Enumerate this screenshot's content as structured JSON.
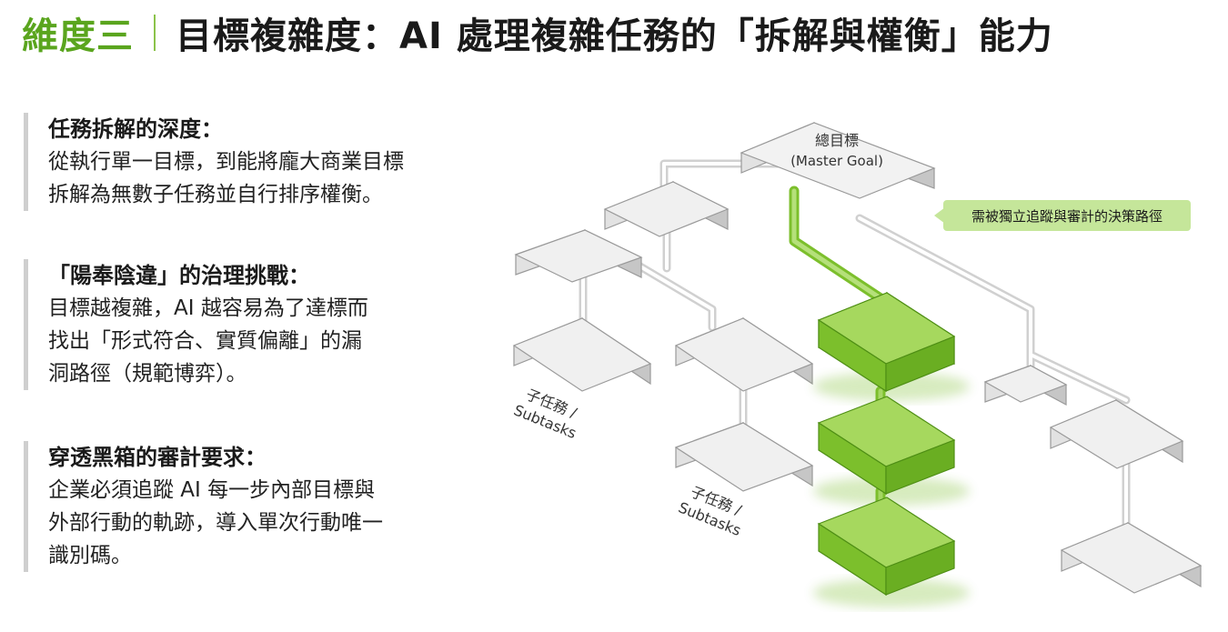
{
  "title": {
    "accent": "維度三",
    "main": "目標複雜度：AI 處理複雜任務的「拆解與權衡」能力"
  },
  "points": [
    {
      "heading": "任務拆解的深度：",
      "lines": [
        "從執行單一目標，到能將龐大商業目標",
        "拆解為無數子任務並自行排序權衡。"
      ]
    },
    {
      "heading": "「陽奉陰違」的治理挑戰：",
      "lines": [
        "目標越複雜，AI 越容易為了達標而",
        "找出「形式符合、實質偏離」的漏",
        "洞路徑（規範博弈）。"
      ]
    },
    {
      "heading": "穿透黑箱的審計要求：",
      "lines": [
        "企業必須追蹤 AI 每一步內部目標與",
        "外部行動的軌跡，導入單次行動唯一",
        "識別碼。"
      ]
    }
  ],
  "diagram": {
    "master_label_zh": "總目標",
    "master_label_en": "(Master Goal)",
    "callout": "需被獨立追蹤與審計的決策路徑",
    "subtasks_label_1_zh": "子任務 /",
    "subtasks_label_1_en": "Subtasks",
    "subtasks_label_2_zh": "子任務 /",
    "subtasks_label_2_en": "Subtasks",
    "colors": {
      "green_top": "#a6d85e",
      "green_front": "#7cbf2c",
      "gray_top": "#efefef",
      "gray_side": "#c6c6c6",
      "callout_bg": "#c5e69a"
    }
  }
}
